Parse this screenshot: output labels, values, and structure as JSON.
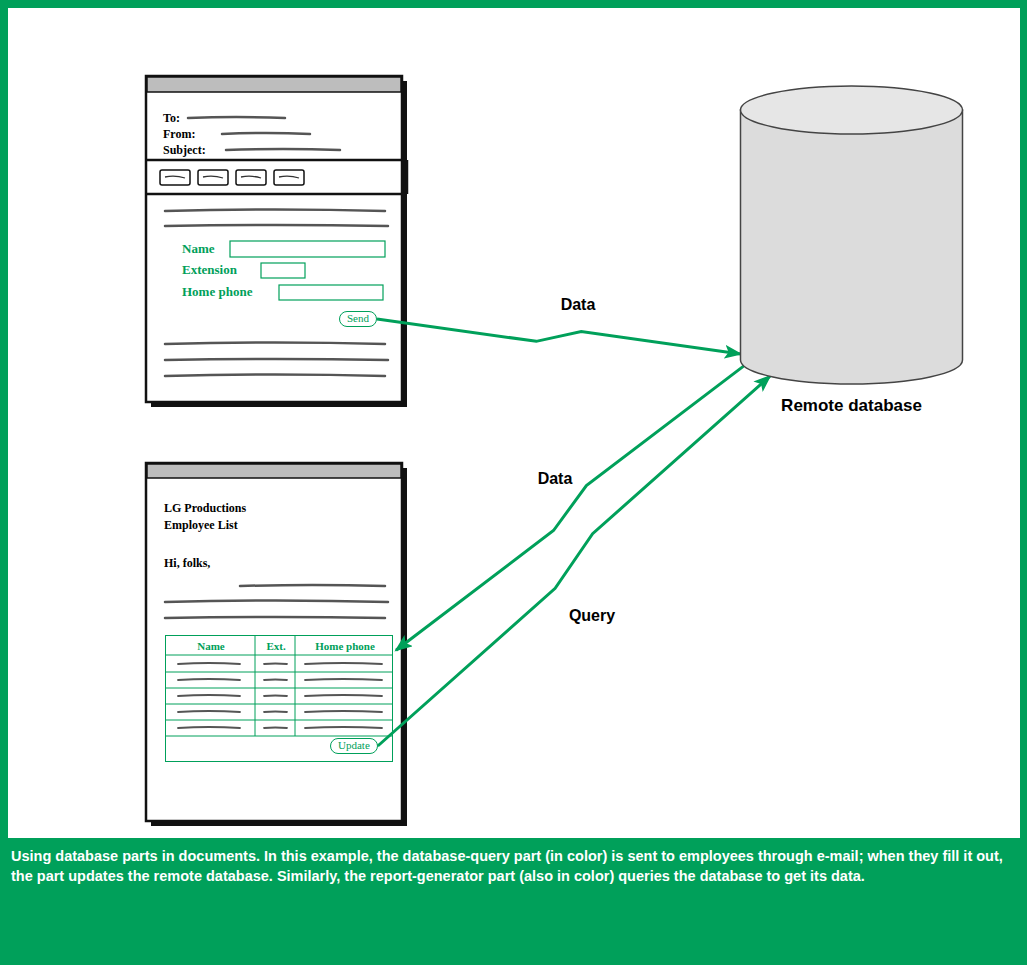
{
  "diagram": {
    "caption": "Using database parts in documents. In this example, the database-query part (in color) is sent to employees through e-mail; when they fill it out, the part updates the remote database. Similarly, the report-generator part (also in color) queries the database to get its data.",
    "nodes": [
      {
        "text": [
          "To:",
          "From:",
          "Subject:",
          "Name",
          "Extension",
          "Home phone"
        ]
      },
      {
        "text": [
          "Send"
        ],
        "in": 0
      },
      {
        "text": [
          "Remote database"
        ]
      },
      {
        "text": [
          "LG Productions Employee List",
          "Hi, folks,"
        ]
      },
      {
        "text": [
          "Name",
          "Ext.",
          "Home phone"
        ],
        "in": 3
      },
      {
        "text": [
          "Update"
        ],
        "in": 4
      }
    ],
    "edges": [
      {
        "from": 1,
        "to": 2,
        "arrow": "to",
        "label": "Data"
      },
      {
        "from": 2,
        "to": 4,
        "arrow": "to",
        "label": "Data"
      },
      {
        "from": 5,
        "to": 2,
        "arrow": "to",
        "label": "Query"
      }
    ]
  }
}
